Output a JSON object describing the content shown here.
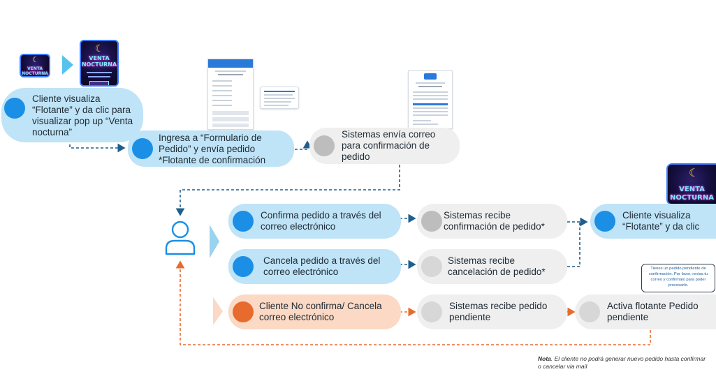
{
  "steps": {
    "s1": "Cliente visualiza “Flotante” y da clic para visualizar pop up “Venta nocturna”",
    "s2": "Ingresa a “Formulario de Pedido”  y envía pedido *Flotante de confirmación",
    "s3": "Sistemas envía correo para confirmación de pedido",
    "s4": "Confirma pedido a través del correo electrónico",
    "s5": "Sistemas recibe confirmación de pedido*",
    "s6": "Cliente visualiza “Flotante” y da clic",
    "s7": "Cancela pedido a través del correo electrónico",
    "s8": "Sistemas recibe cancelación de pedido*",
    "s9": "Cliente No confirma/ Cancela correo electrónico",
    "s10": "Sistemas recibe pedido pendiente",
    "s11": "Activa flotante Pedido pendiente"
  },
  "popup_note": "Tienes un pedido pendiente de confirmación. Por favor, revisa tu correo y confirmalo para poder procesarlo.",
  "banner": {
    "line1": "VENTA",
    "line2": "NOCTURNA"
  },
  "footnote": {
    "label": "Nota",
    "text": ". El cliente no podrá generar nuevo pedido hasta confirmar o cancelar via mail"
  },
  "colors": {
    "blue_pill": "#bfe3f7",
    "grey_pill": "#efefef",
    "orange_pill": "#fbd9c4",
    "blue_dot": "#1b8fe6",
    "orange_dot": "#e86b2e",
    "blue_arrow": "#1f5f8b",
    "orange_arrow": "#e86b2e"
  },
  "icons": {
    "user": "user-icon",
    "flow": "chevron-right-icon",
    "moon": "moon-icon"
  }
}
